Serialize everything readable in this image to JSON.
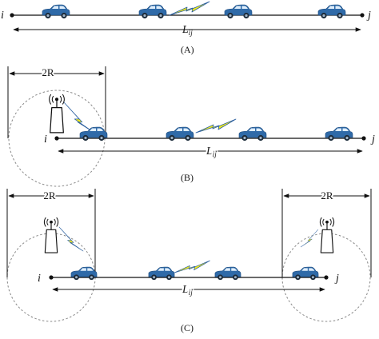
{
  "panels": [
    {
      "id": "A",
      "caption": "(A)",
      "left_node": "i",
      "right_node": "j",
      "distance": {
        "main": "L",
        "sub": "ij"
      }
    },
    {
      "id": "B",
      "caption": "(B)",
      "left_node": "i",
      "right_node": "j",
      "distance": {
        "main": "L",
        "sub": "ij"
      },
      "radius_label": "2R"
    },
    {
      "id": "C",
      "caption": "(C)",
      "left_node": "i",
      "right_node": "j",
      "distance": {
        "main": "L",
        "sub": "ij"
      },
      "radius_label_left": "2R",
      "radius_label_right": "2R"
    }
  ],
  "colors": {
    "car_body": "#2f6aa8",
    "car_window": "#dfeefb",
    "lightning_fill": "#f3ec1a",
    "lightning_stroke": "#2b5fa0",
    "line": "#111111",
    "coverage_circle": "#888888"
  },
  "icons": [
    "car-icon",
    "lightning-icon",
    "base-station-icon"
  ]
}
